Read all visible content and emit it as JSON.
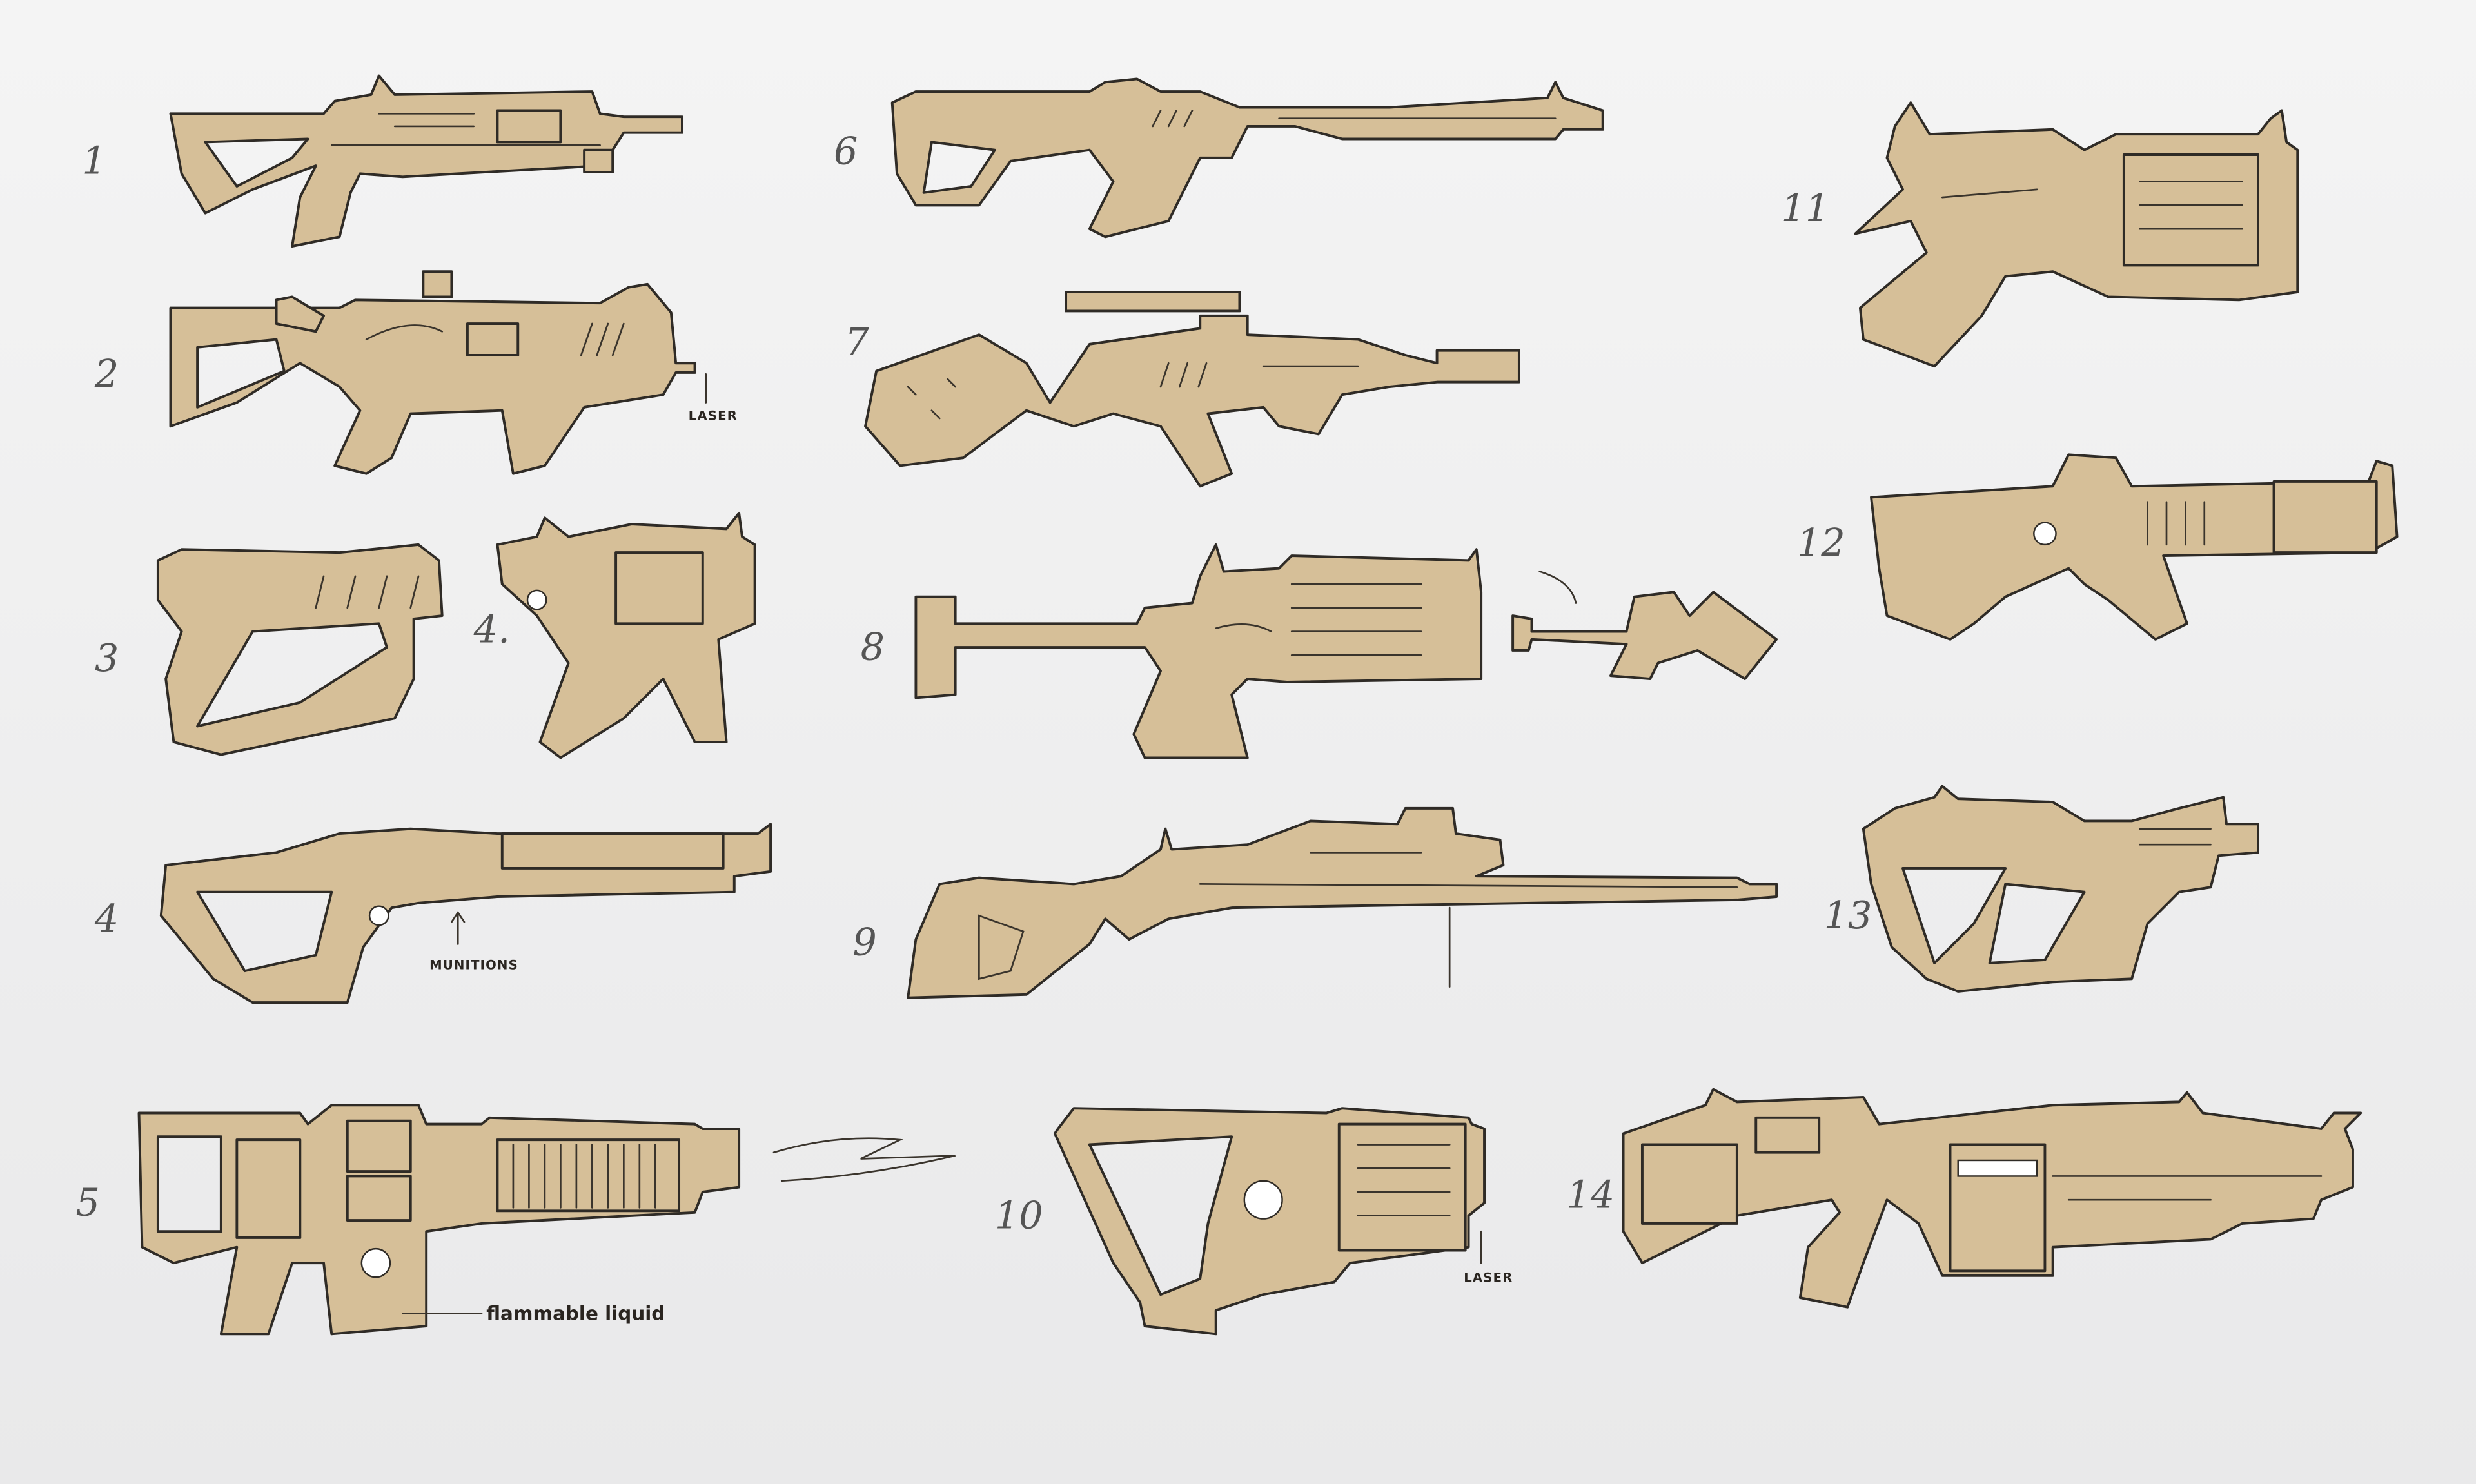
{
  "title": "Weapon concept sketch sheet",
  "labels": {
    "n1": "1",
    "n2": "2",
    "n3": "3",
    "n4a": "4.",
    "n4": "4",
    "n5": "5",
    "n6": "6",
    "n7": "7",
    "n8": "8",
    "n9": "9",
    "n10": "10",
    "n11": "11",
    "n12": "12",
    "n13": "13",
    "n14": "14"
  },
  "annotations": {
    "laser_2": "LASER",
    "munitions_4": "MUNITIONS",
    "flammable_5": "flammable liquid",
    "laser_10": "LASER"
  },
  "colors": {
    "fill": "#d6bf98",
    "line": "#2f2b26",
    "background": "#f1f1f1"
  }
}
